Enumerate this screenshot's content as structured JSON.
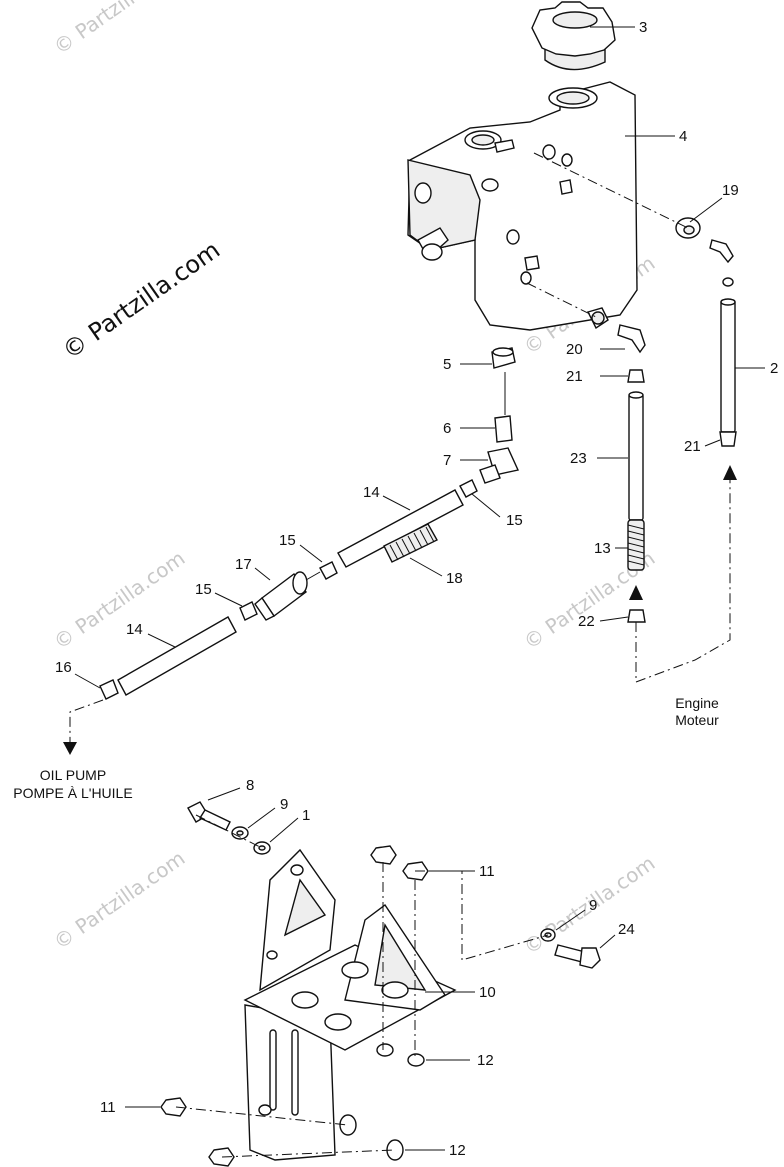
{
  "watermark": "© Partzilla.com",
  "callouts": {
    "c1": "1",
    "c2": "2",
    "c3": "3",
    "c4": "4",
    "c5": "5",
    "c6": "6",
    "c7": "7",
    "c8": "8",
    "c9a": "9",
    "c9b": "9",
    "c10": "10",
    "c11a": "11",
    "c11b": "11",
    "c12a": "12",
    "c12b": "12",
    "c13": "13",
    "c14a": "14",
    "c14b": "14",
    "c15a": "15",
    "c15b": "15",
    "c15c": "15",
    "c16": "16",
    "c17": "17",
    "c18": "18",
    "c19": "19",
    "c20": "20",
    "c21a": "21",
    "c21b": "21",
    "c22": "22",
    "c23": "23",
    "c24": "24"
  },
  "labels": {
    "engine_en": "Engine",
    "engine_fr": "Moteur",
    "oil_pump_en": "OIL PUMP",
    "oil_pump_fr": "POMPE À L'HUILE"
  }
}
